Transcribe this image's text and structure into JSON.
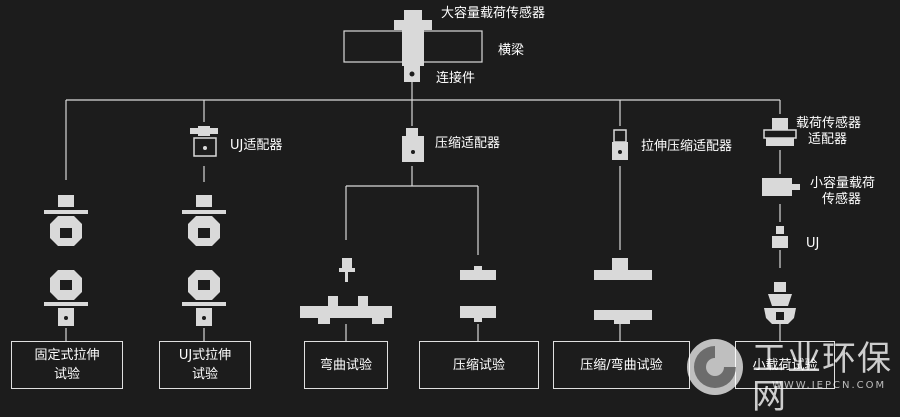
{
  "top": {
    "large_sensor": "大容量载荷传感器",
    "crossbeam": "横梁",
    "connector": "连接件"
  },
  "adapters": {
    "uj_adapter": "UJ适配器",
    "compression_adapter": "压缩适配器",
    "tension_compression_adapter": "拉伸压缩适配器",
    "load_sensor_adapter_l1": "载荷传感器",
    "load_sensor_adapter_l2": "适配器",
    "small_sensor_l1": "小容量载荷",
    "small_sensor_l2": "传感器",
    "uj": "UJ"
  },
  "tests": [
    {
      "l1": "固定式拉伸",
      "l2": "试验"
    },
    {
      "l1": "UJ式拉伸",
      "l2": "试验"
    },
    {
      "l1": "弯曲试验",
      "l2": ""
    },
    {
      "l1": "压缩试验",
      "l2": ""
    },
    {
      "l1": "压缩/弯曲试验",
      "l2": ""
    },
    {
      "l1": "小载荷试验",
      "l2": ""
    }
  ],
  "watermark": {
    "name": "工业环保网",
    "url": "WWW.IEPCN.COM"
  },
  "colors": {
    "background": "#1c1c1c",
    "lines": "#d8d8d8",
    "parts": "#d9d9d9",
    "text": "#ffffff"
  }
}
